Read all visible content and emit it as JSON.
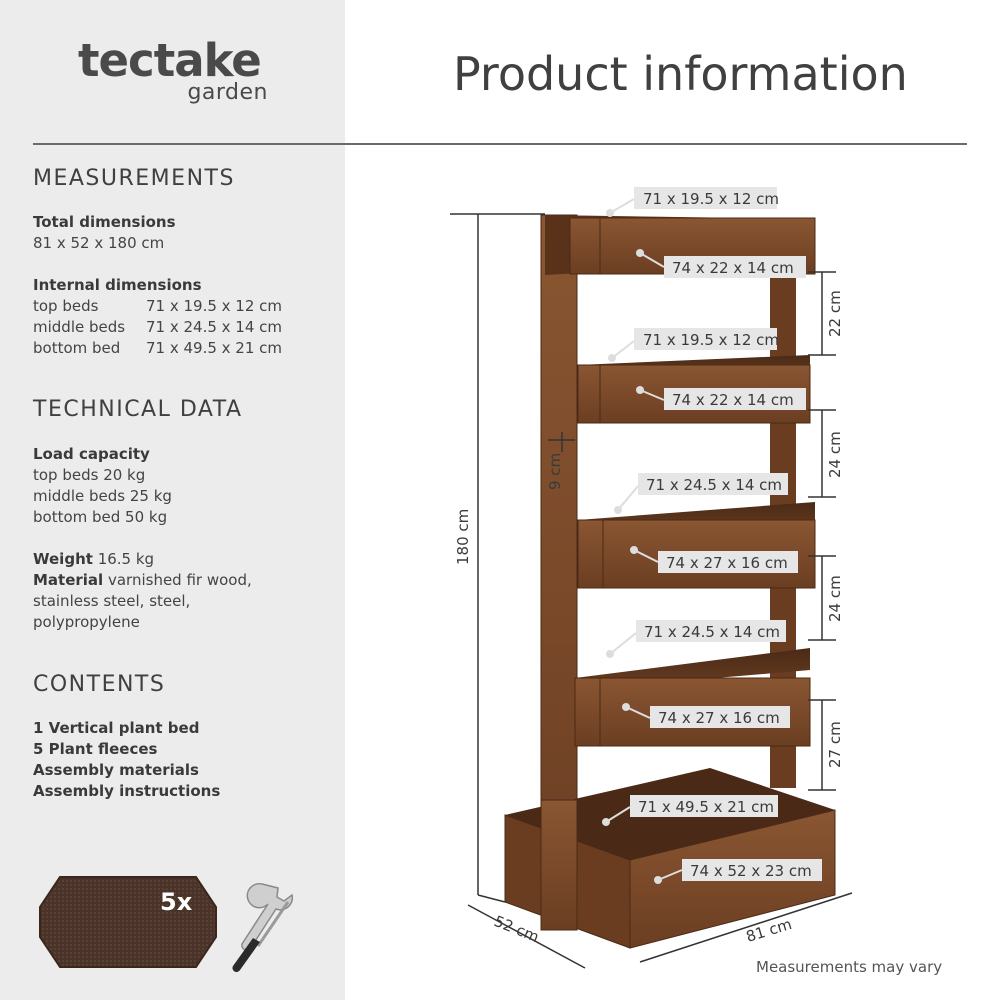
{
  "brand": {
    "name": "tectake",
    "sub": "garden"
  },
  "title": "Product information",
  "measurements": {
    "heading": "MEASUREMENTS",
    "total_label": "Total dimensions",
    "total_value": "81 x 52 x 180 cm",
    "internal_label": "Internal dimensions",
    "internal": [
      {
        "k": "top beds",
        "v": "71 x 19.5 x 12 cm"
      },
      {
        "k": "middle beds",
        "v": "71 x 24.5 x 14 cm"
      },
      {
        "k": "bottom bed",
        "v": "71 x 49.5 x 21 cm"
      }
    ]
  },
  "technical": {
    "heading": "TECHNICAL DATA",
    "load_label": "Load capacity",
    "load": [
      "top beds 20 kg",
      "middle beds 25 kg",
      "bottom bed 50 kg"
    ],
    "weight_label": "Weight",
    "weight_value": "16.5 kg",
    "material_label": "Material",
    "material_value_1": "varnished fir wood,",
    "material_value_2": "stainless steel, steel,",
    "material_value_3": "polypropylene"
  },
  "contents": {
    "heading": "CONTENTS",
    "items": [
      "1 Vertical plant bed",
      "5 Plant fleeces",
      "Assembly materials",
      "Assembly instructions"
    ],
    "fleece_count": "5x"
  },
  "diagram": {
    "total_height": "180 cm",
    "depth": "52 cm",
    "width": "81 cm",
    "leg_gap": "9 cm",
    "spacings": [
      "22 cm",
      "24 cm",
      "24 cm",
      "27 cm"
    ],
    "bed_labels": [
      {
        "inner": "71 x 19.5 x 12 cm",
        "outer": "74 x 22 x 14 cm"
      },
      {
        "inner": "71 x 19.5 x 12 cm",
        "outer": "74 x 22 x 14 cm"
      },
      {
        "inner": "71 x 24.5 x 14 cm",
        "outer": "74 x 27 x 16 cm"
      },
      {
        "inner": "71 x 24.5 x 14 cm",
        "outer": "74 x 27 x 16 cm"
      },
      {
        "inner": "71 x 49.5 x 21 cm",
        "outer": "74 x 52 x 23 cm"
      }
    ]
  },
  "note": "Measurements may vary",
  "colors": {
    "wood": "#7a4a2a",
    "wood_dark": "#5a3219",
    "sidebar": "#ececec",
    "label_bg": "#e6e6e6"
  }
}
